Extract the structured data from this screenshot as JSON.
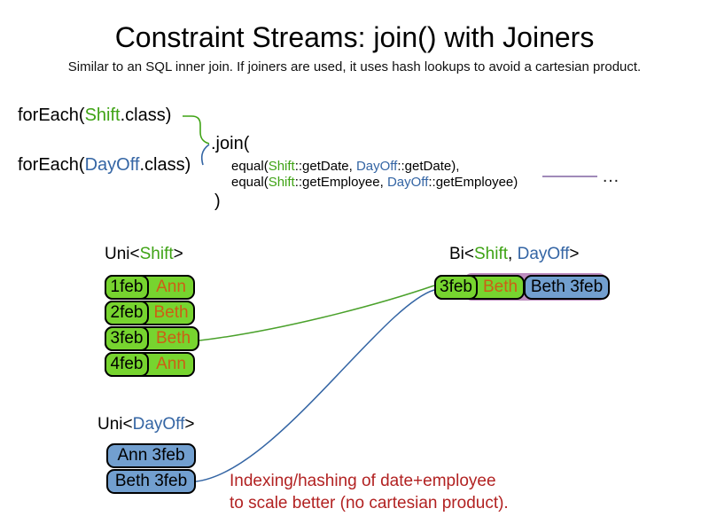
{
  "slide": {
    "title": "Constraint Streams: join() with Joiners",
    "subtitle": "Similar to an SQL inner join. If joiners are used, it uses hash lookups to avoid a cartesian product."
  },
  "code": {
    "foreach_shift": {
      "fn": "forEach(",
      "type": "Shift",
      "end": ".class)"
    },
    "foreach_dayoff": {
      "fn": "forEach(",
      "type": "DayOff",
      "end": ".class)"
    },
    "join_open": ".join(",
    "equal_date": {
      "fn": "equal(",
      "left_type": "Shift",
      "left_rest": "::getDate, ",
      "right_type": "DayOff",
      "right_rest": "::getDate),"
    },
    "equal_employee": {
      "fn": "equal(",
      "left_type": "Shift",
      "left_rest": "::getEmployee, ",
      "right_type": "DayOff",
      "right_rest": "::getEmployee)"
    },
    "close_paren": ")",
    "ellipsis": "…"
  },
  "uni_shift": {
    "label": {
      "open": "Uni<",
      "type": "Shift",
      "close": ">"
    },
    "rows": [
      {
        "date": "1feb",
        "employee": "Ann"
      },
      {
        "date": "2feb",
        "employee": "Beth"
      },
      {
        "date": "3feb",
        "employee": "Beth"
      },
      {
        "date": "4feb",
        "employee": "Ann"
      }
    ]
  },
  "bi": {
    "label": {
      "open": "Bi<",
      "shift_type": "Shift",
      "separator": ", ",
      "dayoff_type": "DayOff",
      "close": ">"
    },
    "row": {
      "shift_date": "3feb",
      "shift_employee": "Beth",
      "dayoff": "Beth 3feb"
    }
  },
  "uni_dayoff": {
    "label": {
      "open": "Uni<",
      "type": "DayOff",
      "close": ">"
    },
    "rows": [
      {
        "label": "Ann 3feb"
      },
      {
        "label": "Beth 3feb"
      }
    ]
  },
  "note": {
    "line1": "Indexing/hashing of date+employee",
    "line2": "to scale better (no cartesian product)."
  },
  "colors": {
    "shift_green_text": "#3fa315",
    "dayoff_blue_text": "#3465a4",
    "shift_box_green": "#77d42f",
    "dayoff_box_blue": "#729fcf",
    "employee_orange": "#cc5f15",
    "note_red": "#b22222",
    "joiner_line_purple": "#8064a2",
    "tuple_connector_purple": "#bd8cbf"
  }
}
